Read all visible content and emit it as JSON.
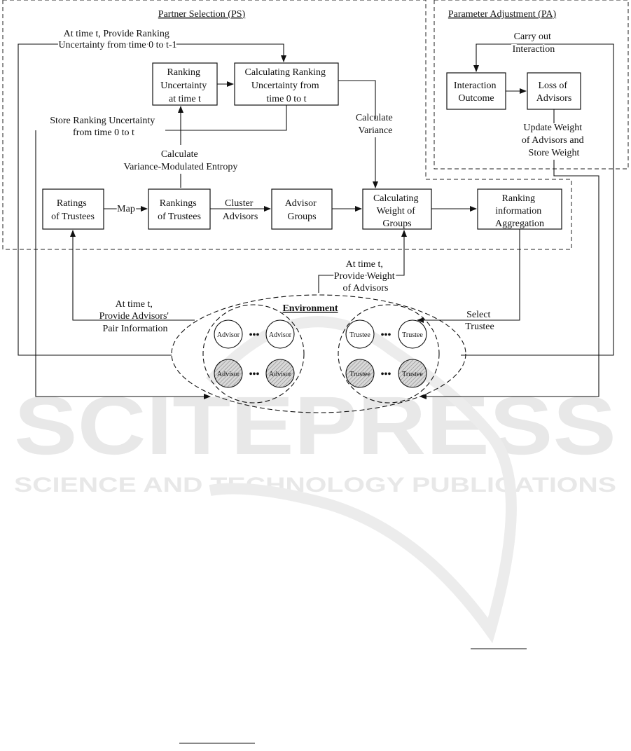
{
  "regions": {
    "partner_selection": "Partner Selection (PS)",
    "parameter_adjustment": "Parameter Adjustment (PA)",
    "environment": "Environment"
  },
  "boxes": {
    "ranking_uncertainty_t": [
      "Ranking",
      "Uncertainty",
      "at time t"
    ],
    "calc_ranking_uncertainty": [
      "Calculating Ranking",
      "Uncertainty from",
      "time 0 to t"
    ],
    "ratings": [
      "Ratings",
      "of Trustees"
    ],
    "rankings": [
      "Rankings",
      "of Trustees"
    ],
    "advisor_groups": [
      "Advisor",
      "Groups"
    ],
    "calc_weight_groups": [
      "Calculating",
      "Weight of",
      "Groups"
    ],
    "ranking_aggregation": [
      "Ranking",
      "information",
      "Aggregation"
    ],
    "interaction_outcome": [
      "Interaction",
      "Outcome"
    ],
    "loss_advisors": [
      "Loss of",
      "Advisors"
    ]
  },
  "labels": {
    "provide_ranking_uncertainty": [
      "At time t, Provide Ranking",
      "Uncertainty from time 0 to t-1"
    ],
    "store_ranking_uncertainty": [
      "Store Ranking Uncertainty",
      "from time 0 to t"
    ],
    "calculate_variance": [
      "Calculate",
      "Variance"
    ],
    "calculate_entropy": [
      "Calculate",
      "Variance-Modulated Entropy"
    ],
    "map": "Map",
    "cluster_advisors": [
      "Cluster",
      "Advisors"
    ],
    "provide_weight": [
      "At time t,",
      "Provide Weight",
      "of Advisors"
    ],
    "provide_pair_info": [
      "At time t,",
      "Provide  Advisors'",
      "Pair Information"
    ],
    "select_trustee": [
      "Select",
      "Trustee"
    ],
    "carry_out_interaction": [
      "Carry out",
      "Interaction"
    ],
    "update_weight": [
      "Update Weight",
      "of Advisors and",
      "Store Weight"
    ]
  },
  "nodes": {
    "advisor": "Advisor",
    "trustee": "Trustee",
    "ellipsis": "•••"
  },
  "watermark": {
    "main": "SCITEPRESS",
    "sub": "SCIENCE AND TECHNOLOGY PUBLICATIONS"
  }
}
